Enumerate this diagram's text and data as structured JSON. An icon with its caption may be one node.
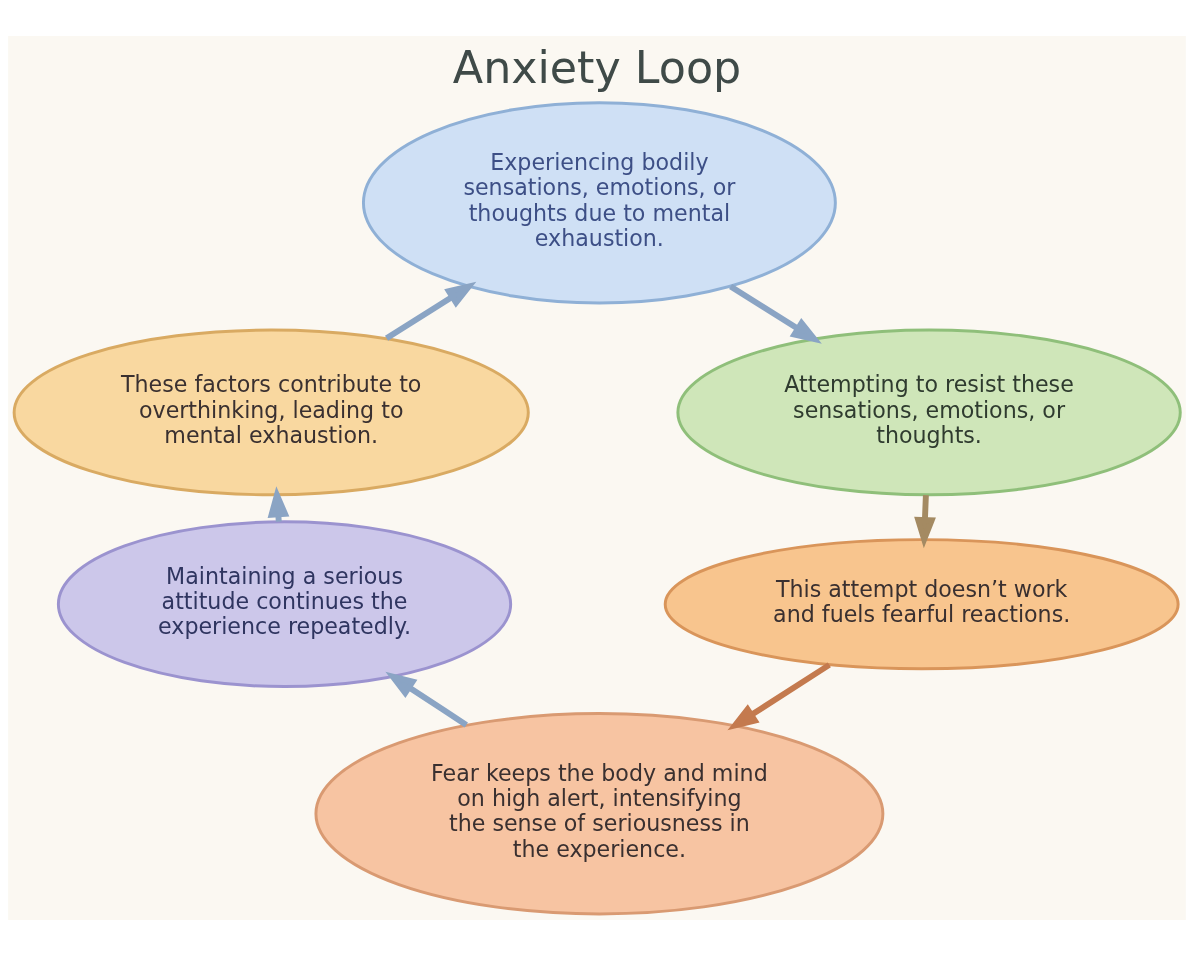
{
  "diagram": {
    "title": "Anxiety Loop",
    "nodes": [
      {
        "text": [
          "Experiencing bodily sensations, emotions, or thoughts due to mental exhaustion."
        ]
      },
      {
        "text": [
          "Attempting to resist these sensations, emotions, or thoughts."
        ]
      },
      {
        "text": [
          "This attempt doesn’t work and fuels fearful reactions."
        ]
      },
      {
        "text": [
          "Fear keeps the body and mind on high alert, intensifying the sense of seriousness in the experience."
        ]
      },
      {
        "text": [
          "Maintaining a serious attitude continues the experience repeatedly."
        ]
      },
      {
        "text": [
          "These factors contribute to overthinking, leading to mental exhaustion."
        ]
      }
    ],
    "edges": [
      {
        "from": 0,
        "to": 1,
        "arrow": "to"
      },
      {
        "from": 1,
        "to": 2,
        "arrow": "to",
        "color": "#a48a62"
      },
      {
        "from": 2,
        "to": 3,
        "arrow": "to",
        "color": "#c47a4e"
      },
      {
        "from": 3,
        "to": 4,
        "arrow": "to"
      },
      {
        "from": 4,
        "to": 5,
        "arrow": "to"
      },
      {
        "from": 5,
        "to": 0,
        "arrow": "to"
      }
    ]
  }
}
